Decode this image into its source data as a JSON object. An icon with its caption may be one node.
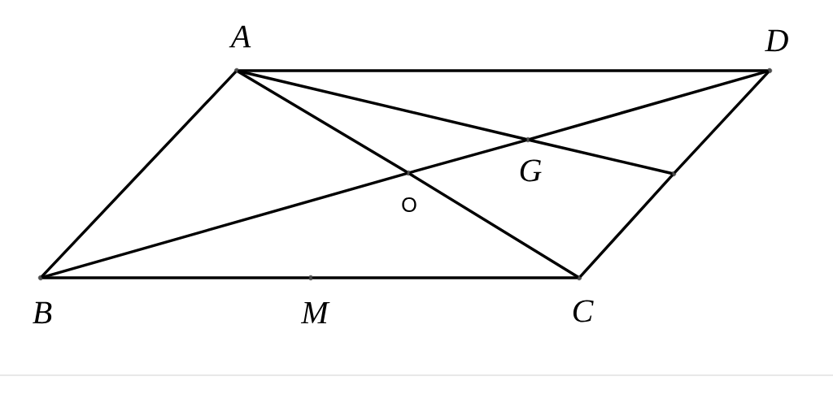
{
  "diagram": {
    "nodes": [
      {
        "text": [
          "A"
        ]
      },
      {
        "text": [
          "D"
        ]
      },
      {
        "text": [
          "G"
        ]
      },
      {
        "text": [
          "O"
        ]
      },
      {
        "text": [],
        "shape": "circle"
      },
      {
        "text": [
          "B"
        ]
      },
      {
        "text": [
          "M"
        ]
      },
      {
        "text": [
          "C"
        ]
      }
    ],
    "edges": [
      {
        "from": 0,
        "to": 1,
        "arrow": "none"
      },
      {
        "from": 0,
        "to": 5,
        "arrow": "none"
      },
      {
        "from": 5,
        "to": 6,
        "arrow": "none"
      },
      {
        "from": 6,
        "to": 7,
        "arrow": "none"
      },
      {
        "from": 7,
        "to": 4,
        "arrow": "none"
      },
      {
        "from": 4,
        "to": 1,
        "arrow": "none"
      },
      {
        "from": 0,
        "to": 3,
        "arrow": "none"
      },
      {
        "from": 3,
        "to": 7,
        "arrow": "none"
      },
      {
        "from": 5,
        "to": 3,
        "arrow": "none"
      },
      {
        "from": 3,
        "to": 2,
        "arrow": "none"
      },
      {
        "from": 2,
        "to": 1,
        "arrow": "none"
      },
      {
        "from": 0,
        "to": 2,
        "arrow": "none"
      },
      {
        "from": 2,
        "to": 4,
        "arrow": "none"
      }
    ]
  }
}
